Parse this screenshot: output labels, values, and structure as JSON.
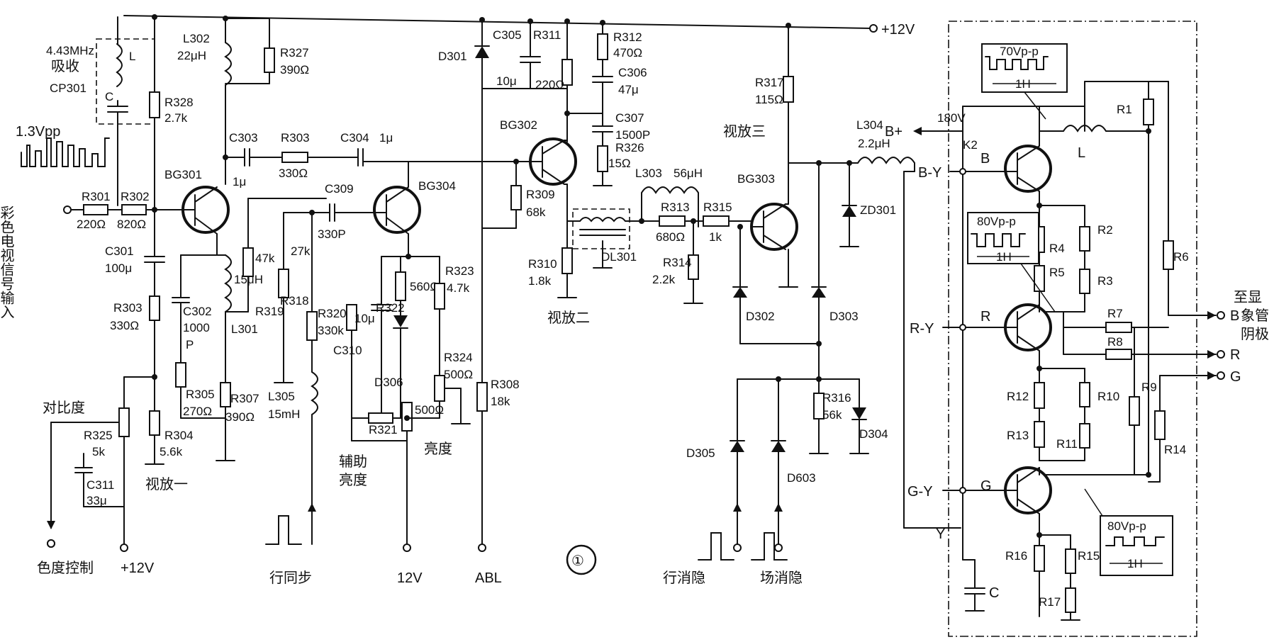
{
  "rail_label": "+12V",
  "figure_number": "①",
  "components": {
    "c1": {
      "name": "4.43MHz",
      "desc": "吸收",
      "ref": "CP301",
      "l": "L",
      "c": "C"
    },
    "l302": {
      "ref": "L302",
      "value": "22μH"
    },
    "r327": {
      "ref": "R327",
      "value": "390Ω"
    },
    "r328": {
      "ref": "R328",
      "value": "2.7k"
    },
    "vpp_in": "1.3Vpp",
    "r301": {
      "ref": "R301",
      "value": "220Ω"
    },
    "r302": {
      "ref": "R302",
      "value": "820Ω"
    },
    "bg301": "BG301",
    "c303": {
      "ref": "C303",
      "value": "1μ"
    },
    "r303a": {
      "ref": "R303",
      "value": "330Ω"
    },
    "c304": {
      "ref": "C304",
      "value": "1μ"
    },
    "c309": {
      "ref": "C309",
      "value": "330P"
    },
    "bg304": "BG304",
    "c301": {
      "ref": "C301",
      "value": "100μ"
    },
    "r303b": {
      "ref": "R303",
      "value": "330Ω"
    },
    "c302": {
      "ref": "C302",
      "value": "1000",
      "unit": "P"
    },
    "l301": {
      "ref": "L301",
      "value": "15μH"
    },
    "r319": {
      "ref": "R319",
      "value": "47k"
    },
    "r318": {
      "ref": "R318",
      "value": "27k"
    },
    "r320": {
      "ref": "R320",
      "value": "330k"
    },
    "l305": {
      "ref": "L305",
      "value": "15mH"
    },
    "r305": {
      "ref": "R305",
      "value": "270Ω"
    },
    "r307": {
      "ref": "R307",
      "value": "390Ω"
    },
    "r325": {
      "ref": "R325",
      "value": "5k"
    },
    "c311": {
      "ref": "C311",
      "value": "33μ"
    },
    "r304": {
      "ref": "R304",
      "value": "5.6k"
    },
    "c310": {
      "ref": "C310",
      "value": "10μ"
    },
    "r322": {
      "ref": "R322",
      "value": "560Ω"
    },
    "d306": "D306",
    "r323": {
      "ref": "R323",
      "value": "4.7k"
    },
    "r324": {
      "ref": "R324",
      "value": "500Ω"
    },
    "r321": {
      "ref": "R321",
      "value": "500Ω"
    },
    "d301": "D301",
    "c305": {
      "ref": "C305",
      "value": "10μ"
    },
    "r311": {
      "ref": "R311",
      "value": "220Ω"
    },
    "r312": {
      "ref": "R312",
      "value": "470Ω"
    },
    "c306": {
      "ref": "C306",
      "value": "47μ"
    },
    "c307": {
      "ref": "C307",
      "value": "1500P"
    },
    "r326": {
      "ref": "R326",
      "value": "15Ω"
    },
    "bg302": "BG302",
    "r309": {
      "ref": "R309",
      "value": "68k"
    },
    "l303": {
      "ref": "L303",
      "value": "56μH"
    },
    "r313": {
      "ref": "R313",
      "value": "680Ω"
    },
    "r315": {
      "ref": "R315",
      "value": "1k"
    },
    "dl301": "DL301",
    "r310": {
      "ref": "R310",
      "value": "1.8k"
    },
    "r314": {
      "ref": "R314",
      "value": "2.2k"
    },
    "r308": {
      "ref": "R308",
      "value": "18k"
    },
    "r317": {
      "ref": "R317",
      "value": "115Ω"
    },
    "bg303": "BG303",
    "l304": {
      "ref": "L304",
      "value": "2.2μH"
    },
    "zd301": "ZD301",
    "d302": "D302",
    "d303": "D303",
    "r316": {
      "ref": "R316",
      "value": "56k"
    },
    "d304": "D304",
    "d305": "D305",
    "d603": "D603"
  },
  "stage_labels": {
    "stage1": "视放一",
    "stage2": "视放二",
    "stage3": "视放三",
    "contrast": "对比度",
    "brightness": "亮度",
    "aux_brightness_1": "辅助",
    "aux_brightness_2": "亮度",
    "video_input": "彩色电视信号输入"
  },
  "bottom_labels": {
    "chroma_control": "色度控制",
    "v12_left": "+12V",
    "line_sync": "行同步",
    "v12_mid": "12V",
    "abl": "ABL",
    "line_blank": "行消隐",
    "field_blank": "场消隐"
  },
  "right_panel": {
    "b_plus": "B+",
    "v180": "180V",
    "k2": "K2",
    "l": "L",
    "by": "B-Y",
    "ry": "R-Y",
    "gy": "G-Y",
    "y": "Y",
    "b": "B",
    "r": "R",
    "g": "G",
    "c": "C",
    "wave_top": "70Vp-p",
    "wave_mid": "80Vp-p",
    "wave_bot": "80Vp-p",
    "period": "1H",
    "out_b": "B",
    "out_r": "R",
    "out_g": "G",
    "dest_1": "至显",
    "dest_2": "象管",
    "dest_3": "阴极",
    "r_labels": [
      "R1",
      "R2",
      "R3",
      "R4",
      "R5",
      "R6",
      "R7",
      "R8",
      "R9",
      "R10",
      "R11",
      "R12",
      "R13",
      "R14",
      "R15",
      "R16",
      "R17"
    ]
  }
}
